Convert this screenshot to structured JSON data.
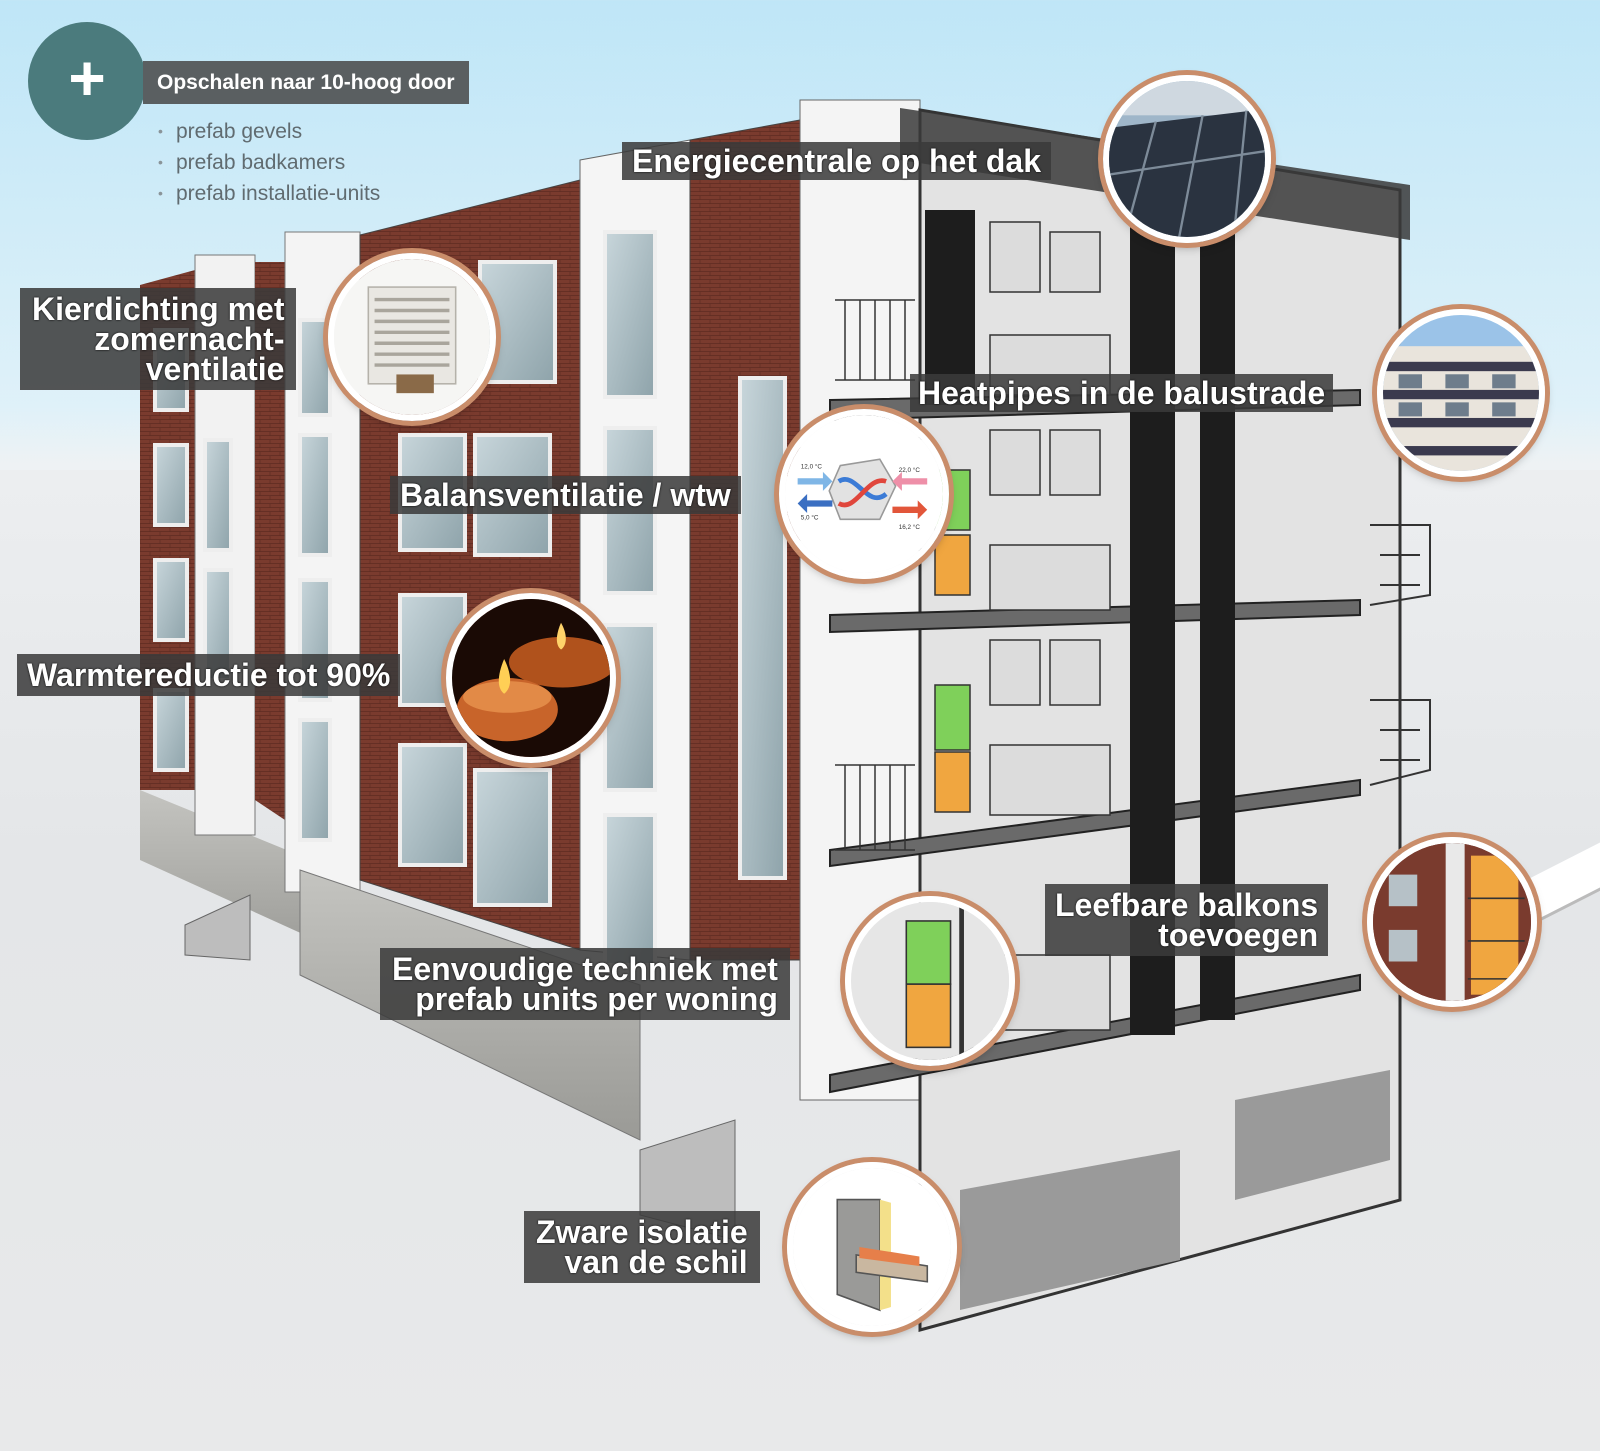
{
  "header": {
    "plus_symbol": "+",
    "title": "Opschalen naar 10-hoog door",
    "bullets": [
      "prefab gevels",
      "prefab badkamers",
      "prefab installatie-units"
    ],
    "circle_color": "#4b7b7d"
  },
  "callouts": {
    "energiecentrale": [
      "Energiecentrale op het dak"
    ],
    "kierdichting": [
      "Kierdichting met",
      "zomernacht-",
      "ventilatie"
    ],
    "heatpipes": [
      "Heatpipes in de balustrade"
    ],
    "balansventilatie": [
      "Balansventilatie / wtw"
    ],
    "warmtereductie": [
      "Warmtereductie tot 90%"
    ],
    "balkons": [
      "Leefbare balkons",
      "toevoegen"
    ],
    "techniek": [
      "Eenvoudige techniek met",
      "prefab units per woning"
    ],
    "isolatie": [
      "Zware isolatie",
      "van de schil"
    ]
  },
  "wtw_temperatures": {
    "supply_in": "12,0 °C",
    "return_out": "22,0 °C",
    "exhaust": "5,0 °C",
    "supply_out": "16,2 °C"
  },
  "colors": {
    "brick": "#7a3b2e",
    "facade_white": "#f3f3f3",
    "callout_bg": "#3a3a3a",
    "unit_green": "#7fd05a",
    "unit_orange": "#f0a640",
    "circle_ring": "#c98d6a"
  }
}
